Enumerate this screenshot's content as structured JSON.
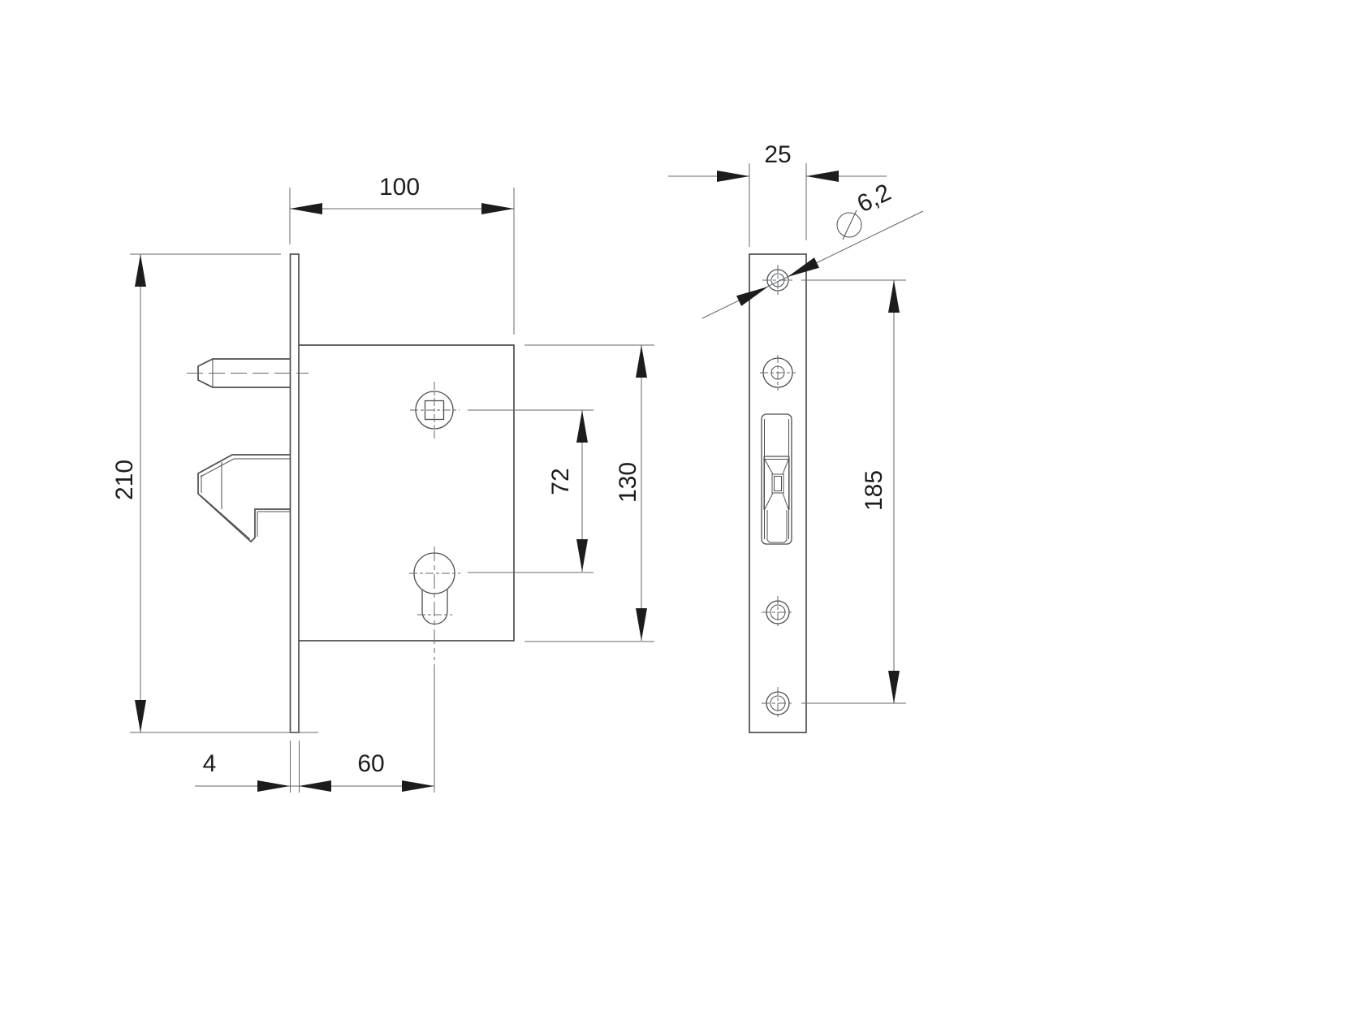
{
  "drawing": {
    "front_view": {
      "dims": {
        "overall_width": "100",
        "overall_height": "210",
        "follower_to_cylinder": "72",
        "case_height": "130",
        "faceplate_thickness": "4",
        "backset": "60"
      }
    },
    "side_view": {
      "dims": {
        "faceplate_width": "25",
        "hole_diameter": "6,2",
        "hole_spacing": "185"
      }
    },
    "colors": {
      "bg": "#ffffff",
      "object-line": "#4b4f53",
      "thin-line": "#63676b",
      "arrow-fill": "#1b1c1e",
      "text-color": "#1c1d1f"
    }
  }
}
